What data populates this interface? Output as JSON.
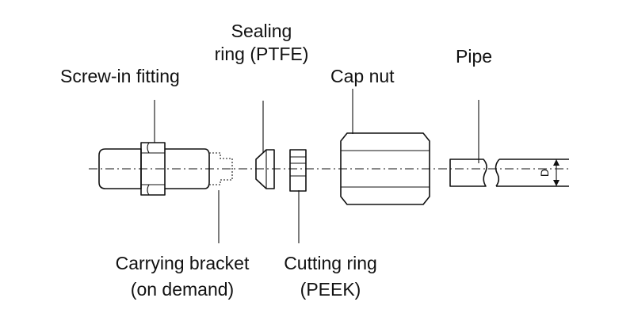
{
  "labels": {
    "screw_in_fitting": "Screw-in fitting",
    "sealing_ring_line1": "Sealing",
    "sealing_ring_line2": "ring (PTFE)",
    "cap_nut": "Cap nut",
    "pipe": "Pipe",
    "carrying_bracket_line1": "Carrying bracket",
    "carrying_bracket_line2": "(on demand)",
    "cutting_ring_line1": "Cutting ring",
    "cutting_ring_line2": "(PEEK)",
    "diameter": "D"
  }
}
